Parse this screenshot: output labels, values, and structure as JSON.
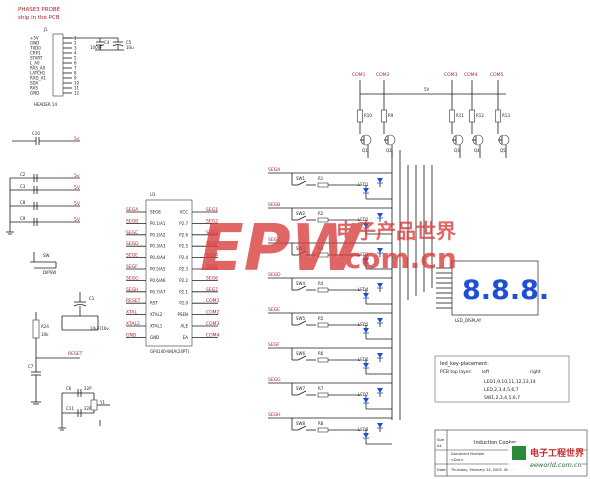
{
  "header_note": {
    "line1": "PHASE3 PROBE",
    "line2": "ship in the PCB"
  },
  "connector": {
    "ref": "J1",
    "part": "HEADER 14",
    "pins": [
      "+5V",
      "GND",
      "TXD0",
      "CRP1",
      "START",
      "L_A0",
      "RAS_A0",
      "LATCH1",
      "RXD_A1",
      "SDA",
      "RAS",
      "GND"
    ],
    "cap_ref": "C4",
    "cap_val": "100nF",
    "elco_ref": "C5",
    "elco_val": "10u"
  },
  "left_caps": [
    {
      "ref": "C10",
      "net": "5v"
    },
    {
      "ref": "C2",
      "net": "5v"
    },
    {
      "ref": "C3",
      "net": "5V"
    },
    {
      "ref": "C8",
      "net": "5V"
    },
    {
      "ref": "C9",
      "net": "5V"
    }
  ],
  "switch_left": {
    "ref": "SW",
    "label": "DIPSW"
  },
  "reset": {
    "res_ref": "R24",
    "res_val": "10k",
    "cap_ref": "C1",
    "cap_val": "10uF/16v",
    "cap2_ref": "C7",
    "net": "RESET"
  },
  "crystal": {
    "c_ref1": "C6",
    "c_val1": "22P",
    "c_ref2": "C11",
    "c_val2": "22P",
    "y_ref": "Y1"
  },
  "mcu": {
    "ref": "U1",
    "part": "GP4140-W4A(24PT)",
    "left_pins": [
      "SEG8",
      "P0.1/A1",
      "P0.2/A2",
      "P0.3/A3",
      "P0.4/A4",
      "P0.5/A5",
      "P0.6/A6",
      "P0.7/A7",
      "RST",
      "XTAL2",
      "XTAL1",
      "GND"
    ],
    "right_pins": [
      "VCC",
      "P2.7",
      "P2.6",
      "P2.5",
      "P2.4",
      "P2.3",
      "P2.2",
      "P2.1",
      "P2.0",
      "PSEN",
      "ALE",
      "EA"
    ],
    "left_nets": [
      "SEGA",
      "SEGB",
      "SEGC",
      "SEGD",
      "SEGE",
      "SEGF",
      "SEGG",
      "SEGH",
      "RESET",
      "XTAL",
      "XTAL2",
      "GND"
    ],
    "right_nets": [
      "SEG1",
      "SEG2",
      "SEG3",
      "BEEP",
      "SEG4",
      "SEG5",
      "SEG6",
      "SEG7",
      "COM1",
      "COM2",
      "COM3",
      "COM4"
    ]
  },
  "digit_drivers": [
    {
      "net": "COM1",
      "r": "R10",
      "q": "Q1"
    },
    {
      "net": "COM2",
      "r": "R9",
      "q": "Q2"
    },
    {
      "net": "COM3",
      "r": "R11",
      "q": "Q3"
    },
    {
      "net": "COM4",
      "r": "R12",
      "q": "Q4"
    },
    {
      "net": "COM5",
      "r": "R13",
      "q": "Q5"
    }
  ],
  "supply_label": "5V",
  "seg_rows": [
    {
      "net": "SEGA",
      "sw": "SW1",
      "r": "R1",
      "led": "LED1"
    },
    {
      "net": "SEGB",
      "sw": "SW2",
      "r": "R2",
      "led": "LED2"
    },
    {
      "net": "SEGC",
      "sw": "SW3",
      "r": "R3",
      "led": "LED3"
    },
    {
      "net": "SEGD",
      "sw": "SW4",
      "r": "R4",
      "led": "LED4"
    },
    {
      "net": "SEGE",
      "sw": "SW5",
      "r": "R5",
      "led": "LED5"
    },
    {
      "net": "SEGF",
      "sw": "SW6",
      "r": "R6",
      "led": "LED6"
    },
    {
      "net": "SEGG",
      "sw": "SW7",
      "r": "R7",
      "led": "LED7"
    },
    {
      "net": "SEGH",
      "sw": "SW8",
      "r": "R8",
      "led": "LED8"
    }
  ],
  "display": {
    "digits": "8.8.8.",
    "ref": "LED_DISPLAY"
  },
  "placement_note": {
    "title": "led_key-placement:",
    "col_head_a": "PCB top layer:",
    "col_head_b": "left",
    "col_head_c": "right",
    "line1": "LED1,9,10,11,12,13,14",
    "line2": "LED,2,3,4,5,6,7",
    "line3": "SW1,2,3,4,5,6,7"
  },
  "title_block": {
    "size_label": "Size",
    "size_val": "A4",
    "title": "Induction Cooker",
    "doc_label": "Document Number",
    "doc_val": "<Doc>",
    "date_label": "Date:",
    "date_val": "Thursday, February 24, 2005",
    "sheet_label": "Sheet"
  },
  "watermark": {
    "brand": "EPW",
    "site": ".com.cn",
    "cn": "电子产品世界"
  },
  "corner_logo": {
    "cn": "电子工程世界",
    "url": "eeworld.com.cn"
  },
  "colors": {
    "wire": "#1a1a1a",
    "net_red": "#b0202a",
    "led_blue": "#1f4fd8",
    "watermark_red": "#d83a3a",
    "display_blue": "#1f4fd8"
  }
}
